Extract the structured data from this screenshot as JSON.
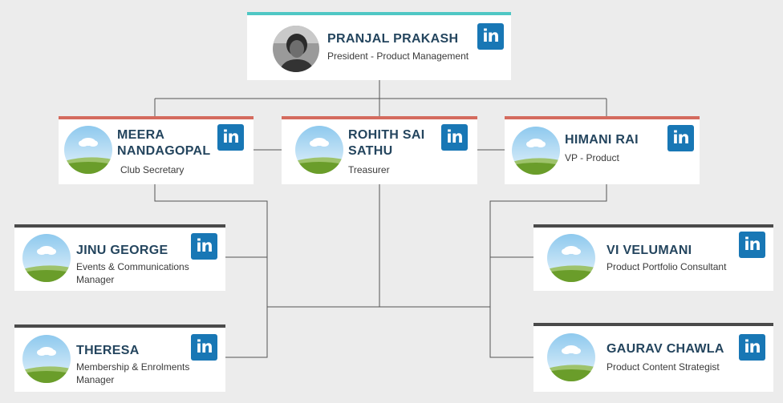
{
  "nodes": [
    {
      "id": "pranjal",
      "name_lines": [
        "PRANJAL PRAKASH"
      ],
      "role_lines": [
        "President - Product Management"
      ],
      "linkedin": "in",
      "accent": "#4fc7c4",
      "photo": "person"
    },
    {
      "id": "meera",
      "name_lines": [
        "MEERA",
        "NANDAGOPAL"
      ],
      "role_lines": [
        "Club Secretary"
      ],
      "linkedin": "in",
      "accent": "#d46b5e",
      "photo": "placeholder"
    },
    {
      "id": "rohith",
      "name_lines": [
        "ROHITH SAI",
        "SATHU"
      ],
      "role_lines": [
        "Treasurer"
      ],
      "linkedin": "in",
      "accent": "#d46b5e",
      "photo": "placeholder"
    },
    {
      "id": "himani",
      "name_lines": [
        "HIMANI RAI"
      ],
      "role_lines": [
        "VP - Product"
      ],
      "linkedin": "in",
      "accent": "#d46b5e",
      "photo": "placeholder"
    },
    {
      "id": "jinu",
      "name_lines": [
        "JINU GEORGE"
      ],
      "role_lines": [
        "Events & Communications",
        "Manager"
      ],
      "linkedin": "in",
      "accent": "#4a4a4a",
      "photo": "placeholder"
    },
    {
      "id": "theresa",
      "name_lines": [
        "THERESA"
      ],
      "role_lines": [
        "Membership & Enrolments",
        "Manager"
      ],
      "linkedin": "in",
      "accent": "#4a4a4a",
      "photo": "placeholder"
    },
    {
      "id": "vi",
      "name_lines": [
        "VI VELUMANI"
      ],
      "role_lines": [
        "Product Portfolio Consultant"
      ],
      "linkedin": "in",
      "accent": "#4a4a4a",
      "photo": "placeholder"
    },
    {
      "id": "gaurav",
      "name_lines": [
        "GAURAV CHAWLA"
      ],
      "role_lines": [
        "Product Content Strategist"
      ],
      "linkedin": "in",
      "accent": "#4a4a4a",
      "photo": "placeholder"
    }
  ],
  "icons": {
    "linkedin": "linkedin-icon",
    "placeholder": "landscape-placeholder-icon",
    "person": "profile-photo"
  },
  "colors": {
    "background": "#ececec",
    "connector": "#555555",
    "name": "#24455e",
    "linkedin": "#1877b5"
  }
}
